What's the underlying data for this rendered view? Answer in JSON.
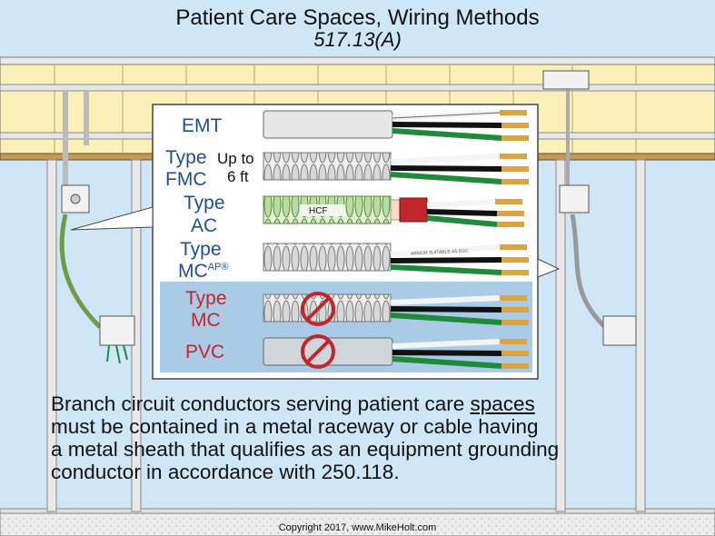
{
  "title": "Patient Care Spaces, Wiring Methods",
  "subtitle": "517.13(A)",
  "rows": [
    {
      "label": "EMT",
      "color": "blue"
    },
    {
      "label": "Type",
      "label2": "FMC",
      "color": "blue"
    },
    {
      "label": "Type",
      "label2": "AC",
      "color": "blue",
      "tag": "HCF"
    },
    {
      "label": "Type",
      "label2": "MC",
      "sup": "AP®",
      "color": "blue",
      "tag": "ARMOR SUITABLE AS EGC"
    },
    {
      "label": "Type",
      "label2": "MC",
      "color": "red"
    },
    {
      "label": "PVC",
      "color": "red"
    }
  ],
  "up_to": "Up to",
  "six_ft": "6 ft",
  "caption": {
    "part1": "Branch circuit conductors serving patient care ",
    "underlined": "spaces",
    "part2": "must be contained in a metal raceway or cable having",
    "line3": "a metal sheath that qualifies as an equipment grounding",
    "line4": "conductor in accordance with 250.118."
  },
  "copyright": "Copyright 2017, www.MikeHolt.com",
  "colors": {
    "sky": "#cfe6f7",
    "ceiling": "#fbf0b8",
    "label_blue": "#1f4e99",
    "label_red": "#c0262b",
    "highlight_panel": "#a9cbe6",
    "wire_green": "#1e8a3a",
    "copper": "#d9a441"
  }
}
